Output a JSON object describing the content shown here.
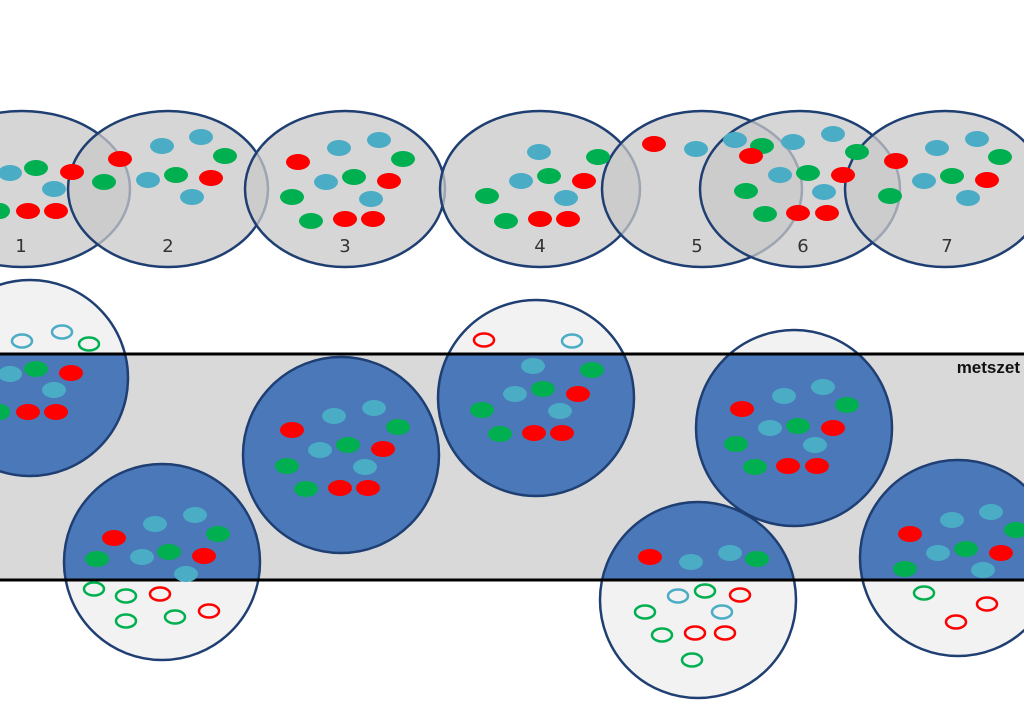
{
  "diagram": {
    "band_label": "metszet",
    "top_row_labels": [
      "1",
      "2",
      "3",
      "4",
      "5",
      "6",
      "7"
    ]
  },
  "colors": {
    "red": "#ff0000",
    "green": "#00b050",
    "cyan": "#4bacc6",
    "circle_fill": "#d9d9d9",
    "circle_stroke": "#1f3f73",
    "band_fill": "#d9d9d9",
    "band_line": "#000000",
    "inner_fill": "#4a78b9",
    "outer_fill": "#f2f2f2"
  }
}
